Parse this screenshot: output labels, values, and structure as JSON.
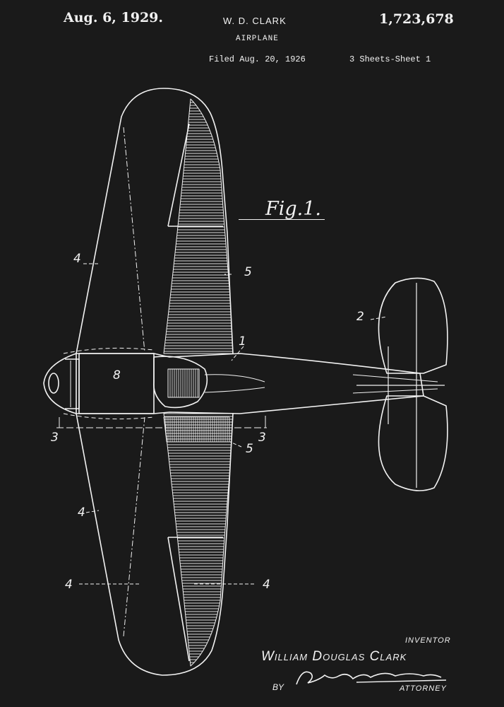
{
  "header": {
    "date": "Aug. 6, 1929.",
    "inventor": "W. D. CLARK",
    "patent_number": "1,723,678",
    "title": "AIRPLANE",
    "filed": "Filed Aug. 20, 1926",
    "sheets": "3 Sheets-Sheet 1"
  },
  "figure": {
    "label": "Fig.1.",
    "refs": {
      "r1": "1",
      "r2": "2",
      "r3": "3",
      "r4": "4",
      "r5": "5",
      "r8": "8"
    }
  },
  "signature": {
    "inventor_label": "INVENTOR",
    "inventor_name": "William Douglas Clark",
    "by": "BY",
    "attorney_label": "ATTORNEY"
  }
}
